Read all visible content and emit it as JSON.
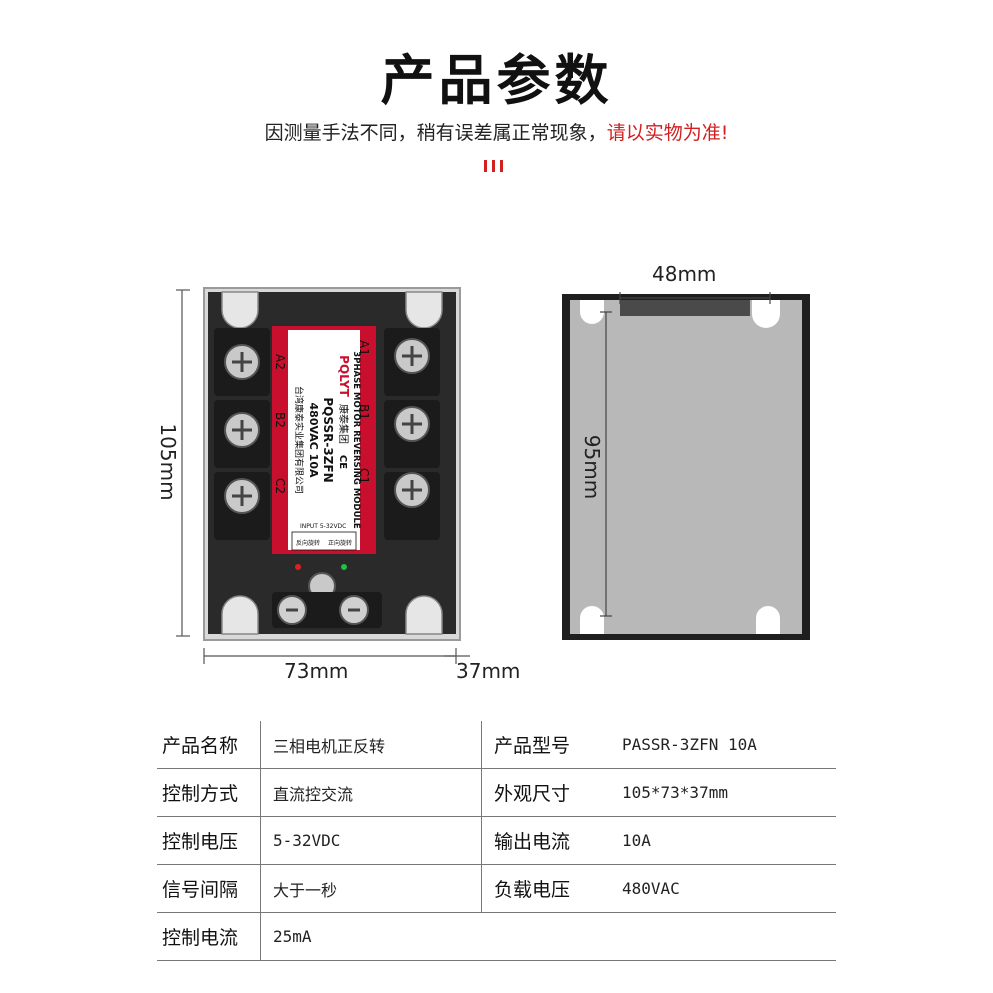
{
  "header": {
    "title": "产品参数",
    "subtitle_main": "因测量手法不同，稍有误差属正常现象，",
    "subtitle_emphasis": "请以实物为准!"
  },
  "colors": {
    "accent_red": "#d21f1f",
    "module_body": "#2a2a2a",
    "label_red": "#c8102e",
    "heatsink": "#b8b8b8"
  },
  "front_view": {
    "brand": "PQLYT",
    "brand_cn": "康泰集团",
    "ce_mark": "CE",
    "product_line": "3PHASE MOTOR REVERSING MODULE",
    "model": "PQSSR-3ZFN",
    "rating": "480VAC 10A",
    "company": "台湾康泰实业集团有限公司",
    "input_label": "INPUT 5-32VDC",
    "input_left": "反向旋转",
    "input_right": "正向旋转",
    "terminals_left": [
      "A2",
      "B2",
      "C2"
    ],
    "terminals_right": [
      "A1",
      "B1",
      "C1"
    ]
  },
  "dimensions": {
    "height": "105mm",
    "width": "73mm",
    "depth": "37mm",
    "heatsink_width": "48mm",
    "heatsink_height": "95mm"
  },
  "specs": [
    {
      "k1": "产品名称",
      "v1": "三相电机正反转",
      "k2": "产品型号",
      "v2": "PASSR-3ZFN 10A"
    },
    {
      "k1": "控制方式",
      "v1": "直流控交流",
      "k2": "外观尺寸",
      "v2": "105*73*37mm"
    },
    {
      "k1": "控制电压",
      "v1": "5-32VDC",
      "k2": "输出电流",
      "v2": "10A"
    },
    {
      "k1": "信号间隔",
      "v1": "大于一秒",
      "k2": "负载电压",
      "v2": "480VAC"
    },
    {
      "k1": "控制电流",
      "v1": "25mA",
      "k2": "",
      "v2": ""
    }
  ]
}
